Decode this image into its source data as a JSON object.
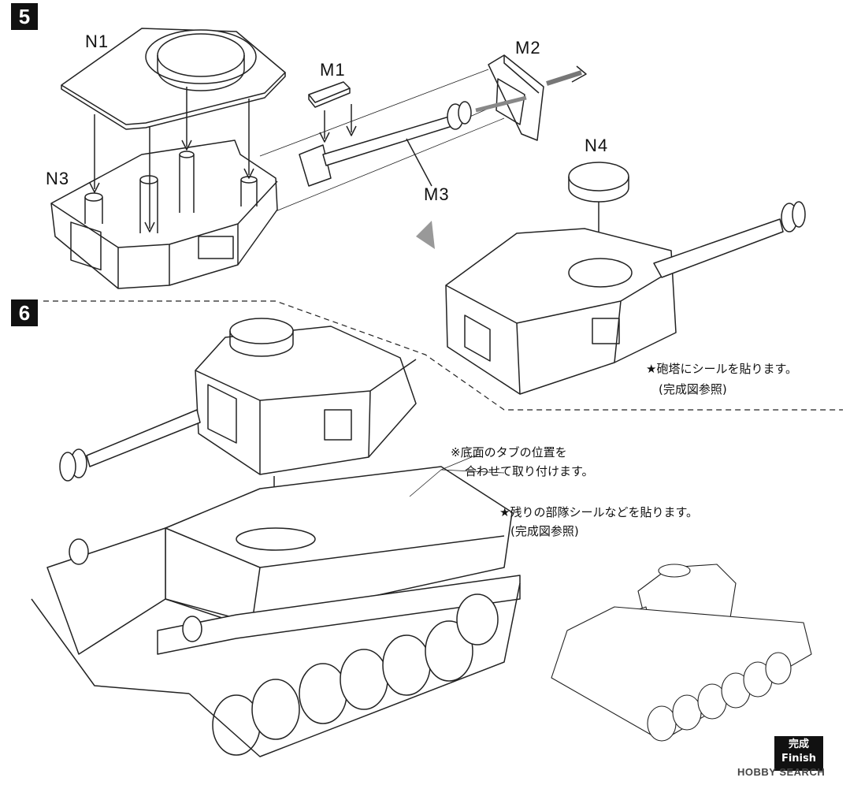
{
  "steps": [
    {
      "number": "5"
    },
    {
      "number": "6"
    }
  ],
  "parts": {
    "n1": "N1",
    "n3": "N3",
    "m1": "M1",
    "m2": "M2",
    "m3": "M3",
    "n4": "N4"
  },
  "notes": {
    "turret_sticker": "★砲塔にシールを貼ります。",
    "turret_sticker_ref": "(完成図参照)",
    "tab_align_1": "※底面のタブの位置を",
    "tab_align_2": "合わせて取り付けます。",
    "unit_sticker": "★残りの部隊シールなどを貼ります。",
    "unit_sticker_ref": "(完成図参照)"
  },
  "finish": {
    "jp": "完成",
    "en": "Finish"
  },
  "watermark": "HOBBY SEARCH"
}
